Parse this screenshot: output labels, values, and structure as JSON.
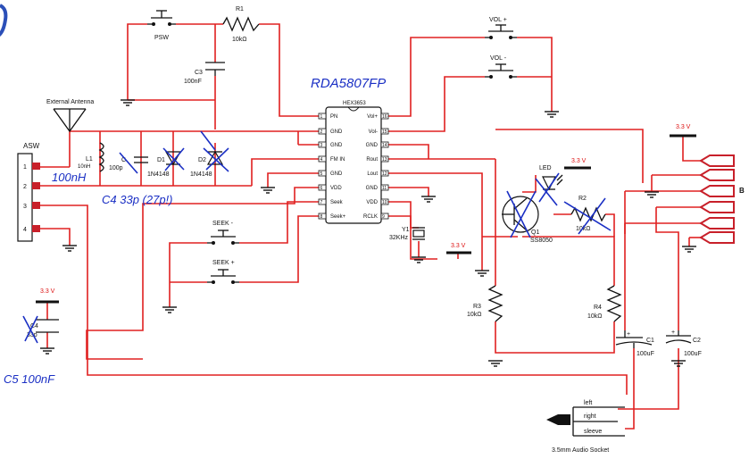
{
  "title": "RDA5807FP",
  "ic": {
    "part": "HEX3653",
    "left_pins": [
      "PN",
      "GND",
      "GND",
      "FM IN",
      "GND",
      "VDD",
      "Seek",
      "Seek+"
    ],
    "right_pins": [
      "Vol+",
      "Vol-",
      "GND",
      "Rout",
      "Lout",
      "GND",
      "VDD",
      "RCLK"
    ],
    "left_nums": [
      "1",
      "2",
      "3",
      "4",
      "5",
      "6",
      "7",
      "8"
    ],
    "right_nums": [
      "16",
      "15",
      "14",
      "13",
      "12",
      "11",
      "10",
      "9"
    ]
  },
  "components": {
    "psw": "PSW",
    "r1": "R1",
    "r1_val": "10kΩ",
    "c3": "C3",
    "c3_val": "100nF",
    "antenna": "External Antenna",
    "asw": "ASW",
    "asw_pins": [
      "1",
      "2",
      "3",
      "4"
    ],
    "l1": "L1",
    "l1_val": "10nH",
    "c_ant": "C",
    "c_ant_val": "100p",
    "d1": "D1",
    "d1_val": "1N4148",
    "d2": "D2",
    "d2_val": "1N4148",
    "vol_plus": "VOL +",
    "vol_minus": "VOL -",
    "seek_minus": "SEEK -",
    "seek_plus": "SEEK +",
    "y1": "Y1",
    "y1_val": "32KHz",
    "led": "LED",
    "q1": "Q1",
    "q1_val": "SS8050",
    "r2": "R2",
    "r2_val": "10kΩ",
    "r3": "R3",
    "r3_val": "10kΩ",
    "r4": "R4",
    "r4_val": "10kΩ",
    "c1": "C1",
    "c1_val": "100uF",
    "c2": "C2",
    "c2_val": "100uF",
    "c4": "C4",
    "c4_val": "33p",
    "b": "B",
    "jack_left": "left",
    "jack_right": "right",
    "jack_sleeve": "sleeve",
    "jack_title": "3.5mm Audio Socket",
    "vcc": "3.3 V"
  },
  "annotations": {
    "l_note": "100nH",
    "c4_note": "C4 33p (27p!)",
    "c5_note": "C5 100nF"
  }
}
